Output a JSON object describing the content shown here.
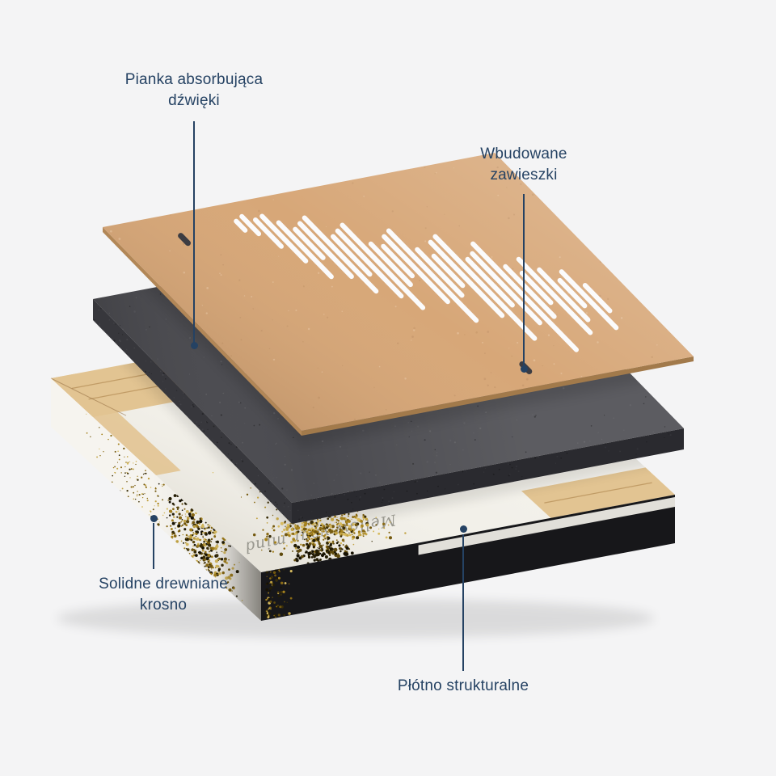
{
  "colors": {
    "accent": "#254263",
    "background": "#f4f4f5",
    "board_wood": "#d7a778",
    "board_wood_edge": "#b28757",
    "foam_top": "#4a4a4f",
    "foam_side": "#37373c",
    "foam_side_dark": "#2a2a2f",
    "canvas_cream": "#f2f0e9",
    "stretcher_wood": "#e2c492",
    "black_side": "#17171a",
    "slot": "#fbfbfc",
    "gold_palette": [
      "#a5821e",
      "#8a6a15",
      "#c2a344",
      "#74590f",
      "#3a2e08",
      "#d7bb60"
    ],
    "gold_dark_palette": [
      "#241d05",
      "#171203",
      "#5f4a0e"
    ]
  },
  "labels": {
    "foam": {
      "text": "Pianka absorbująca dźwięki"
    },
    "hangers": {
      "text": "Wbudowane zawieszki"
    },
    "frame": {
      "text": "Solidne drewniane krosno"
    },
    "canvas": {
      "text": "Płótno strukturalne"
    }
  },
  "artwork": {
    "back_print_text": "Mellow your mind"
  },
  "diagram": {
    "soundwave_slots": [
      [
        0.3,
        0.08,
        0.125
      ],
      [
        0.322,
        0.065,
        0.15
      ],
      [
        0.344,
        0.09,
        0.22
      ],
      [
        0.366,
        0.08,
        0.3
      ],
      [
        0.388,
        0.12,
        0.385
      ],
      [
        0.41,
        0.16,
        0.3
      ],
      [
        0.432,
        0.14,
        0.4
      ],
      [
        0.454,
        0.12,
        0.48
      ],
      [
        0.476,
        0.22,
        0.405
      ],
      [
        0.498,
        0.2,
        0.52
      ],
      [
        0.52,
        0.18,
        0.585
      ],
      [
        0.542,
        0.28,
        0.48
      ],
      [
        0.564,
        0.3,
        0.445
      ],
      [
        0.586,
        0.26,
        0.58
      ],
      [
        0.608,
        0.24,
        0.68
      ],
      [
        0.63,
        0.34,
        0.565
      ],
      [
        0.652,
        0.38,
        0.525
      ],
      [
        0.674,
        0.32,
        0.68
      ],
      [
        0.696,
        0.3,
        0.8
      ],
      [
        0.718,
        0.42,
        0.645
      ],
      [
        0.74,
        0.4,
        0.74
      ],
      [
        0.762,
        0.36,
        0.88
      ],
      [
        0.784,
        0.48,
        0.725
      ],
      [
        0.806,
        0.52,
        0.665
      ],
      [
        0.828,
        0.46,
        0.82
      ],
      [
        0.85,
        0.52,
        0.765
      ],
      [
        0.872,
        0.58,
        0.705
      ],
      [
        0.894,
        0.545,
        0.82
      ],
      [
        0.916,
        0.62,
        0.745
      ]
    ],
    "hanger_positions": [
      [
        0.15,
        0.115
      ],
      [
        0.615,
        0.915
      ]
    ]
  }
}
